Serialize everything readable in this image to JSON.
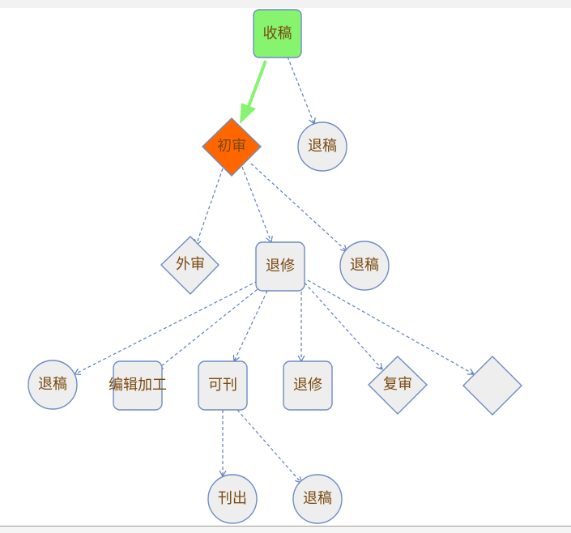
{
  "nodes": {
    "receive": {
      "label": "收稿",
      "shape": "rounded-rect",
      "fill": "#86f46f"
    },
    "reject_a": {
      "label": "退稿",
      "shape": "circle",
      "fill": "#eeeeee"
    },
    "first_review": {
      "label": "初审",
      "shape": "diamond",
      "fill": "#ff6600"
    },
    "external": {
      "label": "外审",
      "shape": "diamond",
      "fill": "#eeeeee"
    },
    "revise_a": {
      "label": "退修",
      "shape": "rounded-rect",
      "fill": "#eeeeee"
    },
    "reject_b": {
      "label": "退稿",
      "shape": "circle",
      "fill": "#eeeeee"
    },
    "reject_c": {
      "label": "退稿",
      "shape": "circle",
      "fill": "#eeeeee"
    },
    "editing": {
      "label": "编辑加工",
      "shape": "rounded-rect",
      "fill": "#eeeeee"
    },
    "accept": {
      "label": "可刊",
      "shape": "rounded-rect",
      "fill": "#eeeeee"
    },
    "revise_b": {
      "label": "退修",
      "shape": "rounded-rect",
      "fill": "#eeeeee"
    },
    "re_review": {
      "label": "复审",
      "shape": "diamond",
      "fill": "#eeeeee"
    },
    "blank": {
      "label": "",
      "shape": "diamond",
      "fill": "#eeeeee"
    },
    "publish": {
      "label": "刊出",
      "shape": "circle",
      "fill": "#eeeeee"
    },
    "reject_d": {
      "label": "退稿",
      "shape": "circle",
      "fill": "#eeeeee"
    }
  },
  "colors": {
    "node_stroke": "#6f8cc4",
    "edge": "#5b7ec2",
    "active_edge": "#86f46f",
    "label_text": "#7a4a10"
  }
}
